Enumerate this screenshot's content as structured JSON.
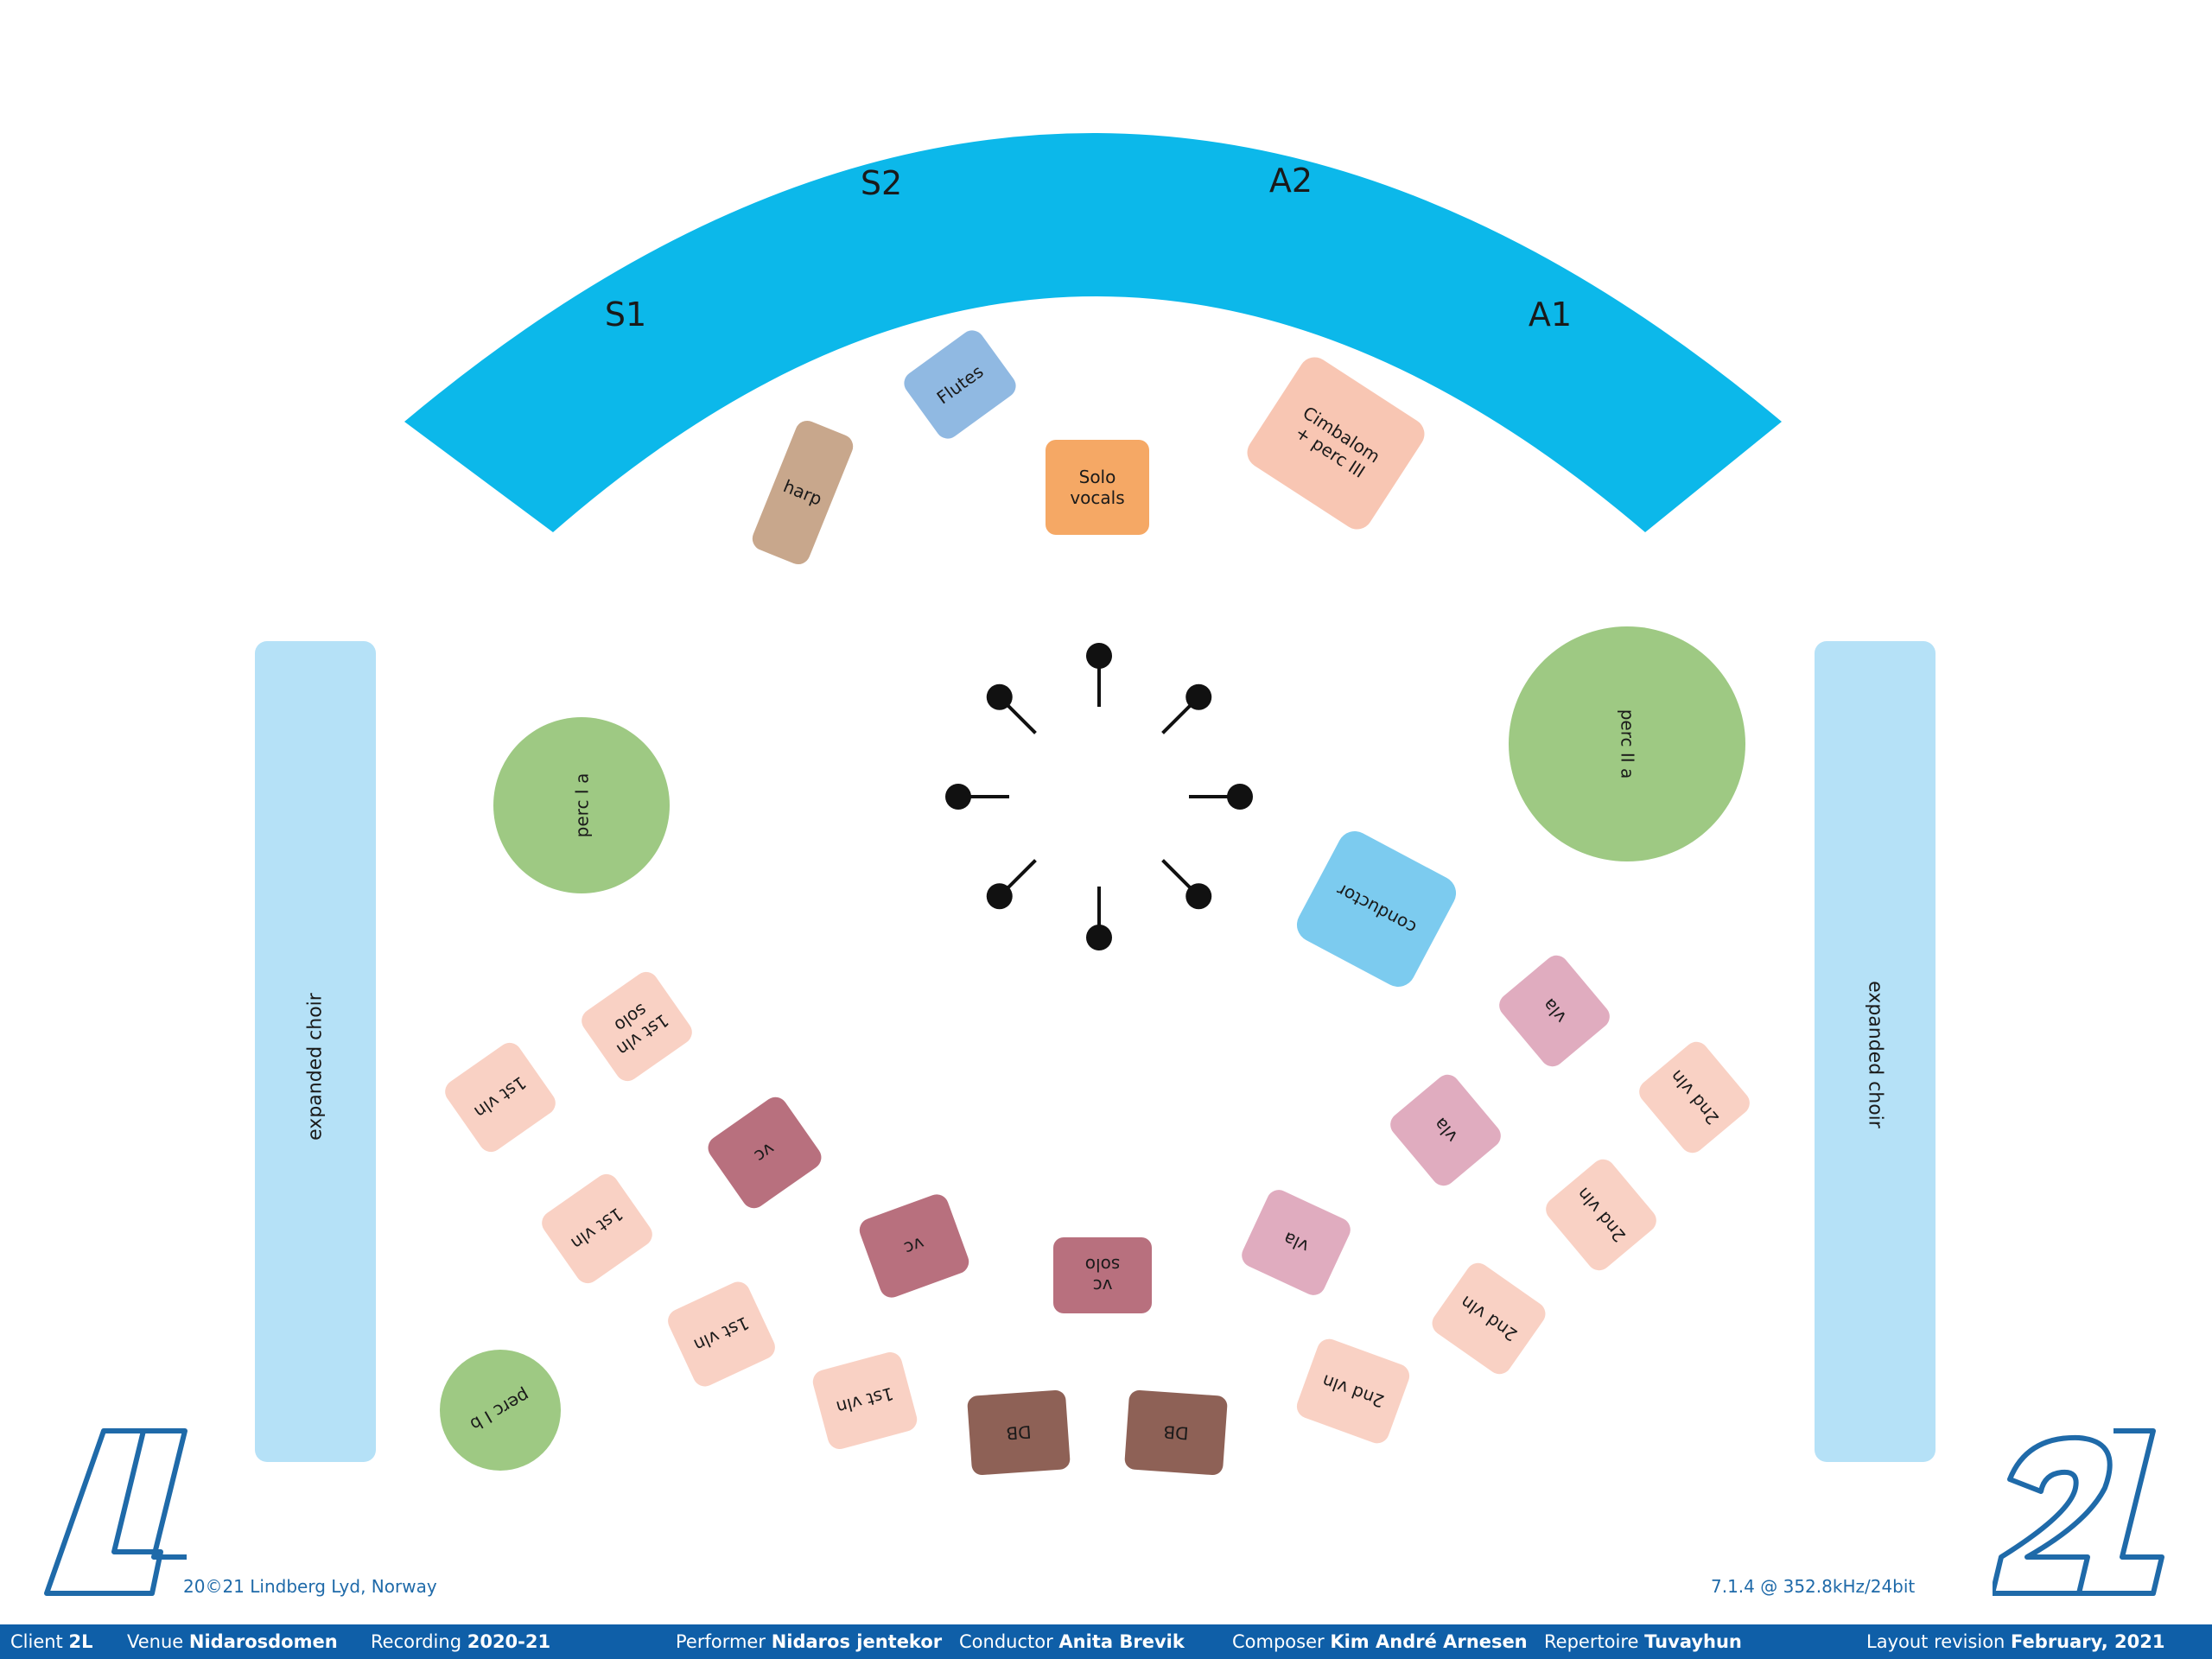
{
  "choir_sections": {
    "s1": "S1",
    "s2": "S2",
    "a2": "A2",
    "a1": "A1"
  },
  "expanded_choir": {
    "left_label": "expanded choir",
    "right_label": "expanded choir"
  },
  "instruments": {
    "harp": "harp",
    "flutes": "Flutes",
    "solo_vocals": "Solo\nvocals",
    "cimbalom": "Cimbalom\n+ perc III",
    "perc_1a": "perc I a",
    "perc_2a": "perc II a",
    "perc_1b": "perc I b",
    "conductor": "conductor",
    "vln1_solo": "1st vln\nsolo",
    "vln1_a": "1st vln",
    "vln1_b": "1st vln",
    "vln1_c": "1st vln",
    "vln1_d": "1st vln",
    "vc_a": "vc",
    "vc_b": "vc",
    "vc_solo": "vc\nsolo",
    "db_a": "DB",
    "db_b": "DB",
    "vla_a": "vla",
    "vla_b": "vla",
    "vla_c": "vla",
    "vln2_a": "2nd vln",
    "vln2_b": "2nd vln",
    "vln2_c": "2nd vln",
    "vln2_d": "2nd vln"
  },
  "microphone_array": {
    "count": 8,
    "icon": "microphone-icon"
  },
  "credits": {
    "copyright": "20©21 Lindberg Lyd, Norway",
    "format": "7.1.4 @ 352.8kHz/24bit",
    "logo_left": "LL",
    "logo_right": "2L"
  },
  "footer": {
    "client_label": "Client",
    "client_value": "2L",
    "venue_label": "Venue",
    "venue_value": "Nidarosdomen",
    "recording_label": "Recording",
    "recording_value": "2020-21",
    "performer_label": "Performer",
    "performer_value": "Nidaros jentekor",
    "conductor_label": "Conductor",
    "conductor_value": "Anita Brevik",
    "composer_label": "Composer",
    "composer_value": "Kim André Arnesen",
    "repertoire_label": "Repertoire",
    "repertoire_value": "Tuvayhun",
    "revision_label": "Layout revision",
    "revision_value": "February, 2021"
  },
  "colors": {
    "choir_arc": "#0cb8ea",
    "expanded_choir": "#b5e1f7",
    "harp": "#c8a78c",
    "flutes": "#90b9e2",
    "solo_vocals": "#f5a865",
    "cimbalom": "#f8c6b3",
    "percussion": "#9ec983",
    "conductor": "#7ccbef",
    "violin": "#f9d1c4",
    "cello": "#b8707e",
    "bass": "#8e6156",
    "viola": "#e0acbf",
    "mic": "#111111",
    "brand_blue": "#0f5fa8"
  }
}
